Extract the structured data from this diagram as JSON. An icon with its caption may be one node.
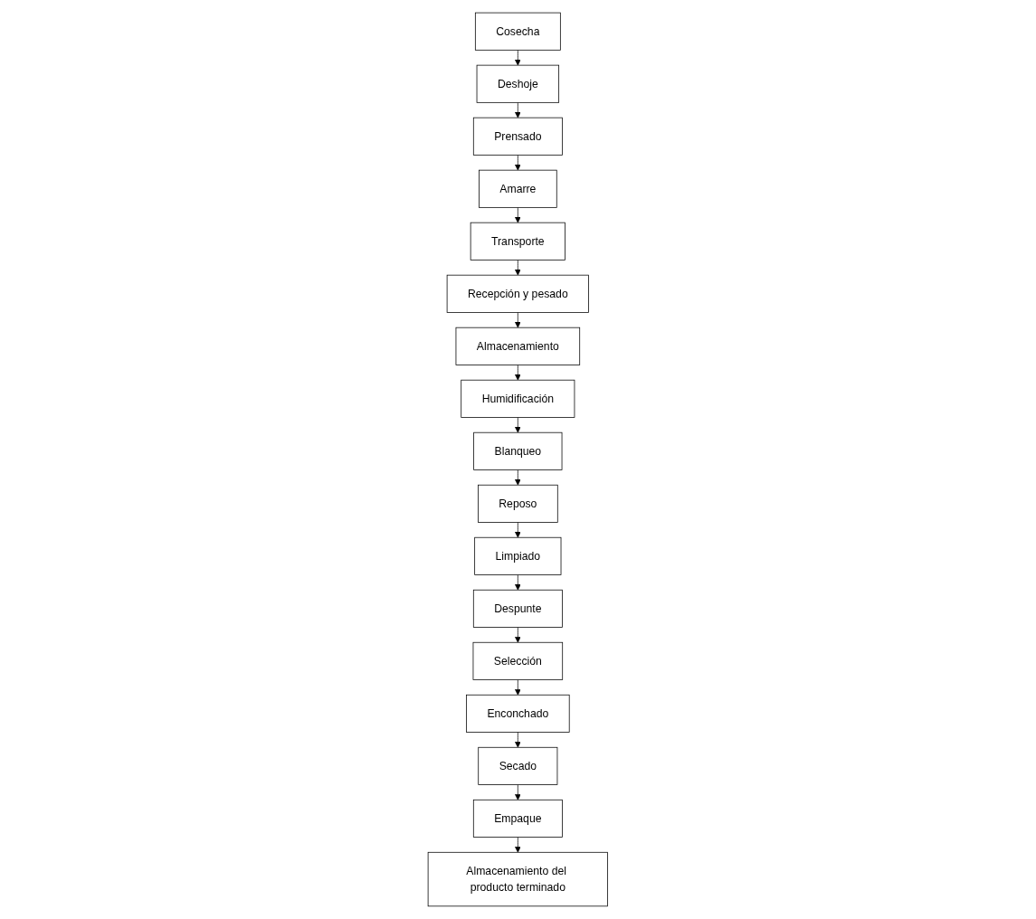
{
  "diagram": {
    "nodes": [
      {
        "text": [
          "Cosecha"
        ]
      },
      {
        "text": [
          "Deshoje"
        ]
      },
      {
        "text": [
          "Prensado"
        ]
      },
      {
        "text": [
          "Recepción y pesado"
        ]
      },
      {
        "text": [
          "Transporte"
        ]
      },
      {
        "text": [
          "Amarre"
        ]
      },
      {
        "text": [
          "Almacenamiento"
        ]
      },
      {
        "text": [
          "Humidificación"
        ]
      },
      {
        "text": [
          "Blanqueo"
        ]
      },
      {
        "text": [
          "Despunte"
        ]
      },
      {
        "text": [
          "Limpiado"
        ]
      },
      {
        "text": [
          "Reposo"
        ]
      },
      {
        "text": [
          "Selección"
        ]
      },
      {
        "text": [
          "Enconchado"
        ]
      },
      {
        "text": [
          "Secado"
        ]
      },
      {
        "text": [
          "Almacenamiento del producto terminado"
        ]
      },
      {
        "text": [
          "Empaque"
        ]
      }
    ],
    "edges": [
      {
        "from": 0,
        "to": 1,
        "arrow": "to"
      },
      {
        "from": 1,
        "to": 2,
        "arrow": "to"
      },
      {
        "from": 2,
        "to": 5,
        "arrow": "to"
      },
      {
        "from": 5,
        "to": 4,
        "arrow": "to"
      },
      {
        "from": 4,
        "to": 3,
        "arrow": "to"
      },
      {
        "from": 3,
        "to": 6,
        "arrow": "to"
      },
      {
        "from": 6,
        "to": 7,
        "arrow": "to"
      },
      {
        "from": 7,
        "to": 8,
        "arrow": "to"
      },
      {
        "from": 8,
        "to": 11,
        "arrow": "to"
      },
      {
        "from": 11,
        "to": 10,
        "arrow": "to"
      },
      {
        "from": 10,
        "to": 9,
        "arrow": "to"
      },
      {
        "from": 9,
        "to": 12,
        "arrow": "to"
      },
      {
        "from": 12,
        "to": 13,
        "arrow": "to"
      },
      {
        "from": 13,
        "to": 14,
        "arrow": "to"
      },
      {
        "from": 14,
        "to": 16,
        "arrow": "to"
      },
      {
        "from": 16,
        "to": 15,
        "arrow": "to"
      }
    ]
  }
}
